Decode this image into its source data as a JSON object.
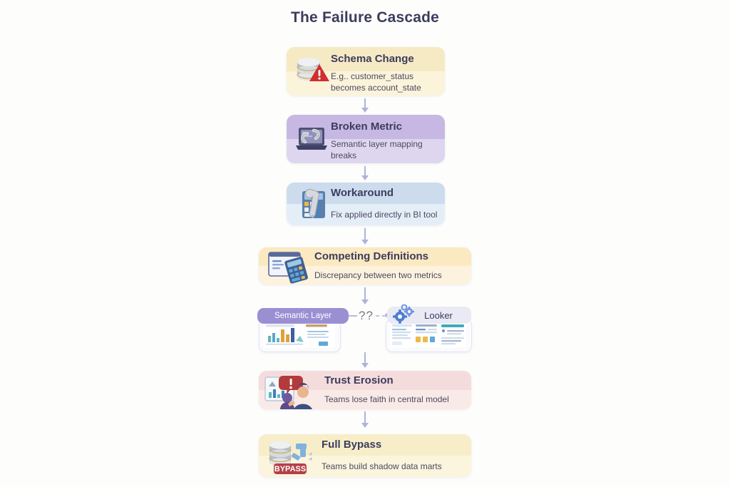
{
  "page": {
    "title": "The Failure Cascade",
    "background_color": "#fdfdfc",
    "title_color": "#3c3c5e",
    "arrow_color": "#aeb3dc"
  },
  "chart_data": {
    "type": "diagram",
    "title": "The Failure Cascade",
    "layout": "vertical-flow",
    "nodes": [
      {
        "id": "schema-change",
        "title": "Schema Change",
        "subtitle": "E.g.. customer_status becomes account_state",
        "subtitle_line1": "E.g.. customer_status",
        "subtitle_line2": "becomes account_state",
        "header_color": "#f6eac4",
        "body_color": "#fbf3da",
        "icon": "database-warning-icon",
        "width": "narrow"
      },
      {
        "id": "broken-metric",
        "title": "Broken Metric",
        "subtitle": "Semantic layer mapping breaks",
        "subtitle_line1": "Semantic layer mapping",
        "subtitle_line2": "breaks",
        "header_color": "#c6b8e2",
        "body_color": "#ded6ef",
        "icon": "laptop-broken-chain-icon",
        "width": "narrow"
      },
      {
        "id": "workaround",
        "title": "Workaround",
        "subtitle": "Fix applied directly in BI tool",
        "subtitle_line1": "Fix applied directly in BI tool",
        "subtitle_line2": "",
        "header_color": "#ccdced",
        "body_color": "#e4eef7",
        "icon": "calculator-wrench-icon",
        "width": "narrow"
      },
      {
        "id": "competing-definitions",
        "title": "Competing Definitions",
        "subtitle": "Discrepancy between two metrics",
        "subtitle_line1": "Discrepancy between two metrics",
        "subtitle_line2": "",
        "header_color": "#fbe9c2",
        "body_color": "#fdf2de",
        "icon": "dashboard-calculator-icon",
        "width": "wide"
      },
      {
        "id": "trust-erosion",
        "title": "Trust Erosion",
        "subtitle": "Teams lose faith in central model",
        "subtitle_line1": "Teams lose faith in central model",
        "subtitle_line2": "",
        "header_color": "#f5dcdc",
        "body_color": "#faeae7",
        "icon": "people-alert-icon",
        "width": "wide"
      },
      {
        "id": "full-bypass",
        "title": "Full Bypass",
        "subtitle": "Teams build shadow data marts",
        "subtitle_line1": "Teams build shadow data marts",
        "subtitle_line2": "",
        "header_color": "#f7eec9",
        "body_color": "#fbf5dd",
        "icon": "database-bypass-icon",
        "badge": "BYPASS",
        "width": "wide"
      }
    ],
    "split_row": {
      "left_label": "Semantic Layer",
      "left_chip_color": "#9b8fd4",
      "right_label": "Looker",
      "right_chip_color": "#e9eaf4",
      "connector_label": "??",
      "left_icon": "bar-chart-dashboard-icon",
      "right_icon": "gears-dashboard-icon"
    },
    "edges": [
      {
        "from": "schema-change",
        "to": "broken-metric"
      },
      {
        "from": "broken-metric",
        "to": "workaround"
      },
      {
        "from": "workaround",
        "to": "competing-definitions"
      },
      {
        "from": "competing-definitions",
        "to": "split-row"
      },
      {
        "from": "split-row",
        "to": "trust-erosion"
      },
      {
        "from": "trust-erosion",
        "to": "full-bypass"
      }
    ]
  }
}
